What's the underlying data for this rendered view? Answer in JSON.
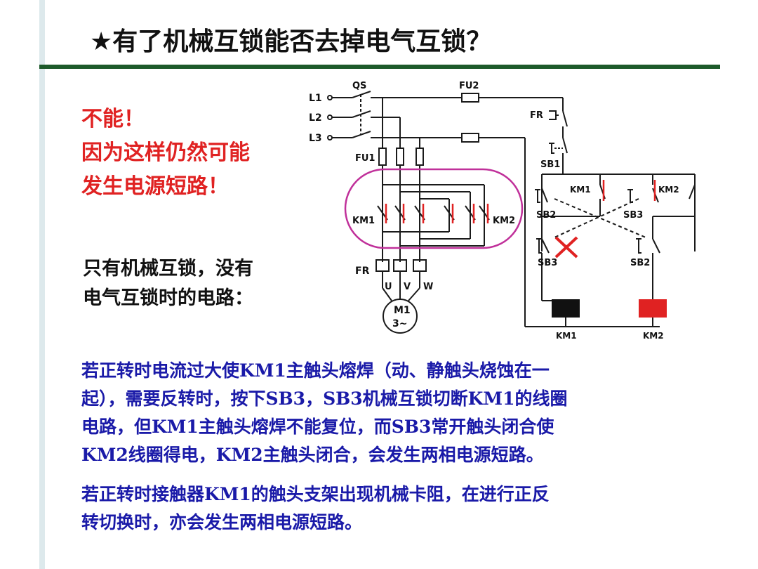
{
  "title": "★有了机械互锁能否去掉电气互锁？",
  "answer": {
    "line1": "不能！",
    "line2": "因为这样仍然可能",
    "line3": "发生电源短路！"
  },
  "caption": {
    "line1": "只有机械互锁，没有",
    "line2": "电气互锁时的电路："
  },
  "paragraph1": {
    "lines": [
      "若正转时电流过大使KM1主触头熔焊（动、静触头烧蚀在一",
      "起），需要反转时，按下SB3，SB3机械互锁切断KM1的线圈",
      "电路，但KM1主触头熔焊不能复位，而SB3常开触头闭合使",
      "KM2线圈得电，KM2主触头闭合，会发生两相电源短路。"
    ]
  },
  "paragraph2": {
    "lines": [
      "若正转时接触器KM1的触头支架出现机械卡阻，在进行正反",
      "转切换时，亦会发生两相电源短路。"
    ]
  },
  "circuit": {
    "labels": {
      "l1": "L1",
      "l2": "L2",
      "l3": "L3",
      "qs": "QS",
      "fu1": "FU1",
      "fu2": "FU2",
      "km1_main": "KM1",
      "km2_main": "KM2",
      "fr_main": "FR",
      "u": "U",
      "v": "V",
      "w": "W",
      "motor_name": "M1",
      "motor_phase": "3~",
      "fr_ctrl": "FR",
      "sb1": "SB1",
      "sb2_top": "SB2",
      "sb3_top": "SB3",
      "km1_aux": "KM1",
      "km2_aux": "KM2",
      "sb3_bottom": "SB3",
      "sb2_bottom": "SB2",
      "km1_coil": "KM1",
      "km2_coil": "KM2"
    },
    "colors": {
      "line": "#1a1a1a",
      "highlight_ellipse": "#c0309a",
      "contact_red": "#e02222",
      "coil_km1": "#111111",
      "coil_km2": "#e02222",
      "cross": "#e02222"
    }
  }
}
